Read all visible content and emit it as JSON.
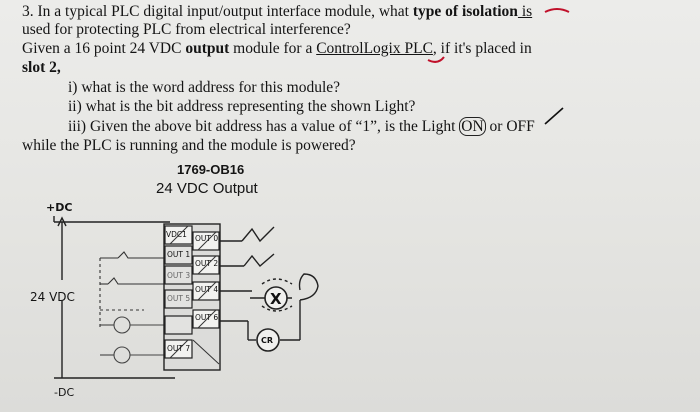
{
  "question": {
    "q3_number": "3.",
    "q3_line1_a": "In a typical PLC digital input/output interface module, what ",
    "q3_line1_b": "type of isolation",
    "q3_line1_c": " is",
    "q3_line2": "used for protecting PLC from electrical interference?",
    "given_a": "Given a 16 point 24 VDC ",
    "given_b": "output",
    "given_c": " module for a ",
    "given_d": "ControlLogix PLC",
    "given_e": ", if it's placed in",
    "given_line2": "slot 2,",
    "sub_i": "i) what is the word address for this module?",
    "sub_ii": "ii) what is the bit address representing the shown Light?",
    "sub_iii_a": "iii) Given the above bit address has a value of “1”, is the Light ",
    "sub_iii_on": "ON",
    "sub_iii_or": " or ",
    "sub_iii_off": "OFF",
    "sub_iii_line2": "while the PLC is running and the module is powered?"
  },
  "diagram": {
    "module_id": "1769-OB16",
    "module_desc": "24 VDC Output",
    "plus_dc": "+DC",
    "supply": "24 VDC",
    "minus_dc": "-DC",
    "terminals": [
      "VDC1",
      "OUT 0",
      "OUT 1",
      "OUT 2",
      "OUT 3",
      "OUT 4",
      "OUT 5",
      "OUT 6",
      "OUT 7"
    ],
    "light_symbol": "X",
    "cr_label": "CR"
  }
}
